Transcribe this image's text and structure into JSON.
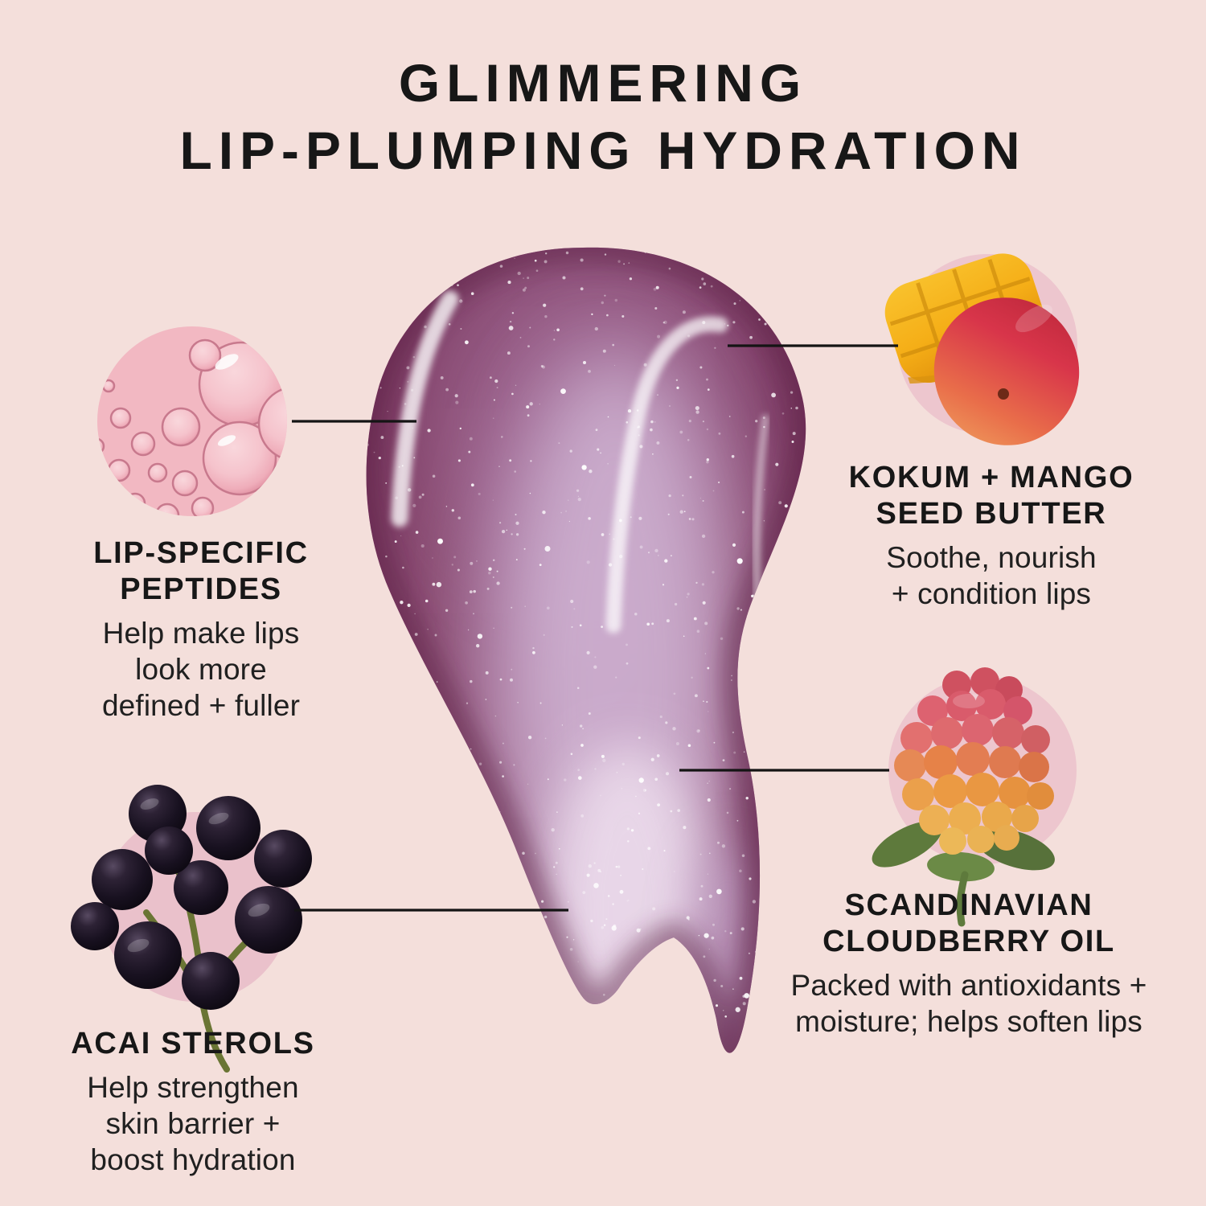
{
  "title": {
    "line1": "GLIMMERING",
    "line2": "LIP-PLUMPING HYDRATION"
  },
  "ingredients": [
    {
      "id": "lip-specific-peptides",
      "name": "LIP-SPECIFIC\nPEPTIDES",
      "desc": "Help make lips\nlook more\ndefined + fuller",
      "image": "oil-bubbles"
    },
    {
      "id": "kokum-mango-seed-butter",
      "name": "KOKUM + MANGO\nSEED BUTTER",
      "desc": "Soothe, nourish\n+ condition lips",
      "image": "mango-fruits"
    },
    {
      "id": "acai-sterols",
      "name": "ACAI STEROLS",
      "desc": "Help strengthen\nskin barrier +\nboost hydration",
      "image": "acai-berries"
    },
    {
      "id": "scandinavian-cloudberry-oil",
      "name": "SCANDINAVIAN\nCLOUDBERRY OIL",
      "desc": "Packed with antioxidants +\nmoisture; helps soften lips",
      "image": "cloudberry"
    }
  ],
  "colors": {
    "background": "#f4dfdb",
    "text": "#171717",
    "callout_line": "#141414",
    "swatch_purple_edge": "#6d2c53",
    "swatch_purple_mid": "#8d5076",
    "swatch_lavender_center": "#cfb2d2",
    "circle_pink_bubbles": "#f2b8c2",
    "circle_pink_fruit": "#edc6ce"
  }
}
